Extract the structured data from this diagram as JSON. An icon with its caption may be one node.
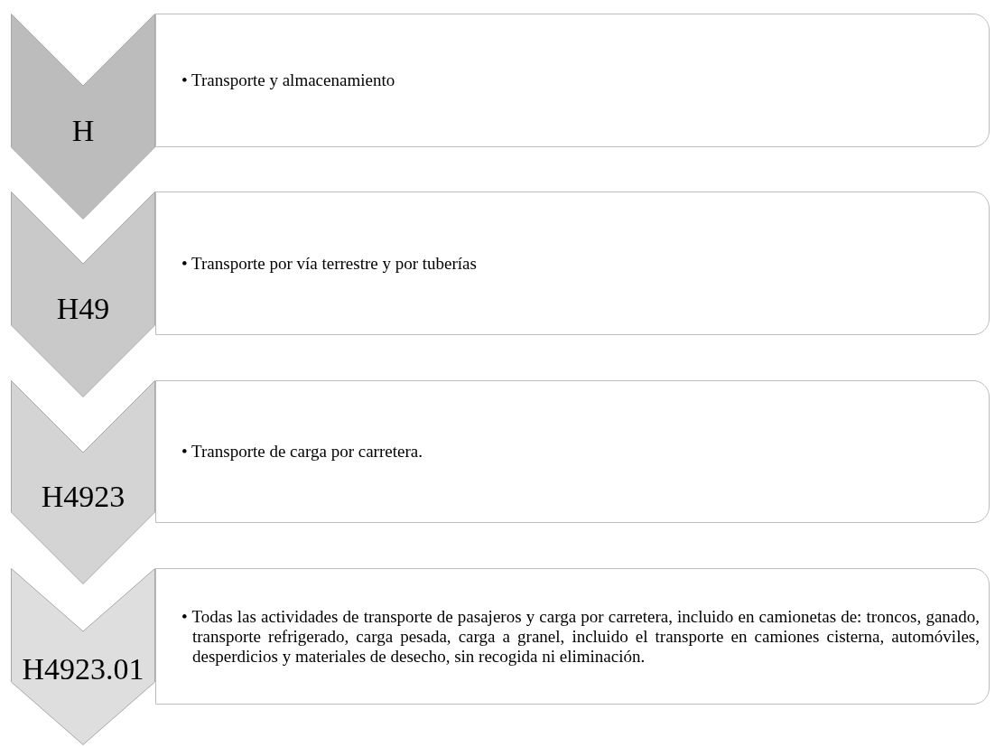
{
  "diagram": {
    "nodes": [
      {
        "text": [
          "H"
        ]
      },
      {
        "text": [
          "• Transporte y almacenamiento"
        ]
      },
      {
        "text": [
          "H49"
        ]
      },
      {
        "text": [
          "• Transporte por vía terrestre y por tuberías"
        ]
      },
      {
        "text": [
          "H4923"
        ]
      },
      {
        "text": [
          "• Transporte de carga por carretera."
        ]
      },
      {
        "text": [
          "H4923.01"
        ]
      },
      {
        "text": [
          "• Todas las actividades de transporte de pasajeros y carga por carretera, incluido en camionetas de: troncos, ganado, transporte refrigerado, carga pesada, carga a granel, incluido el transporte en camiones cisterna, automóviles, desperdicios y materiales de desecho, sin recogida ni eliminación."
        ]
      }
    ]
  }
}
